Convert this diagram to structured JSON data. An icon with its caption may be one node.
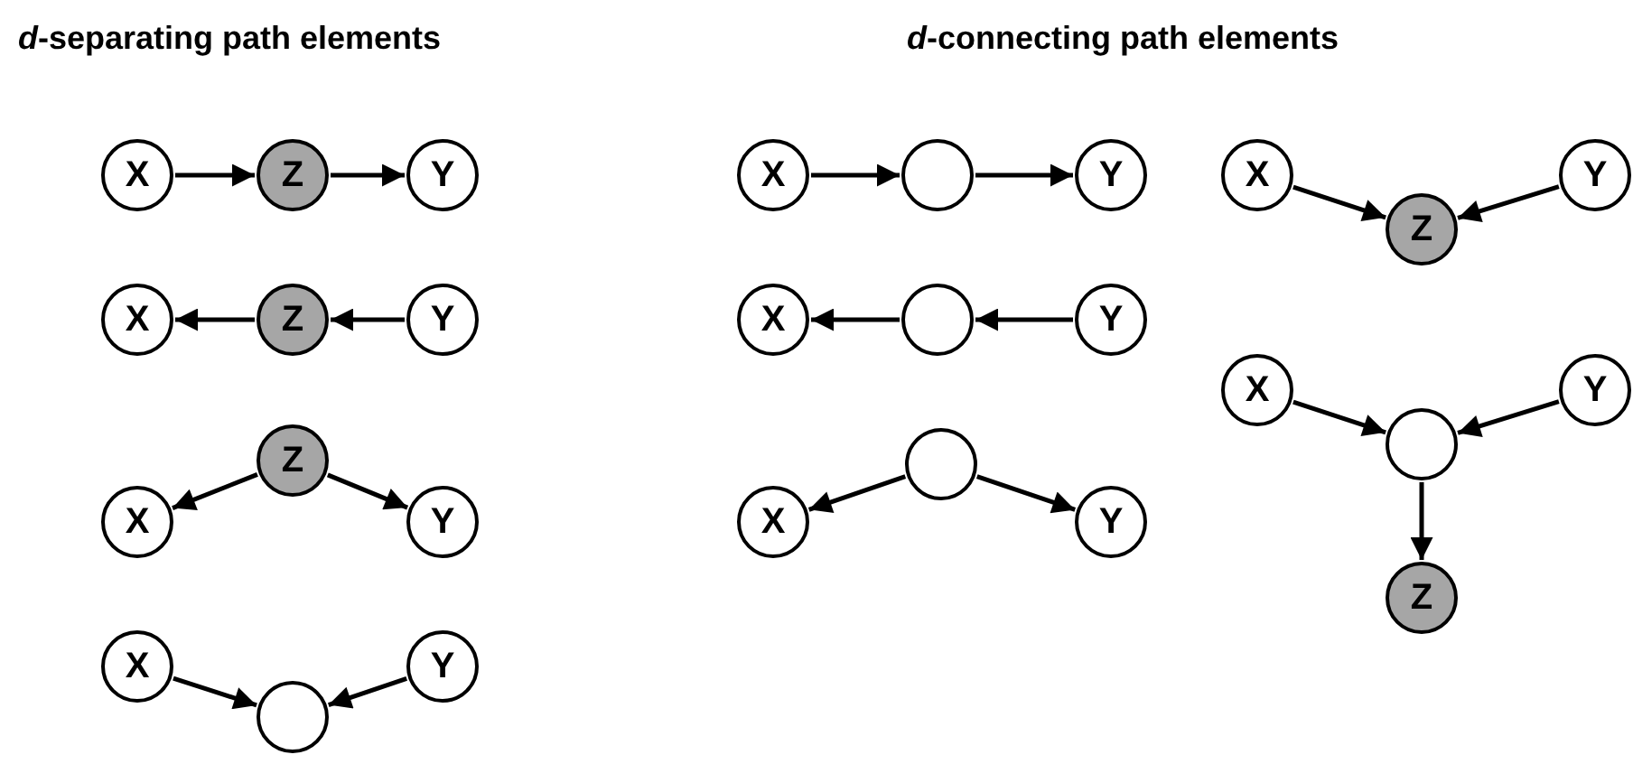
{
  "diagram": {
    "nodes": [
      {
        "text": [
          "X"
        ]
      },
      {
        "text": [
          "Z"
        ]
      },
      {
        "text": [
          "Y"
        ]
      },
      {
        "text": [
          "X"
        ]
      },
      {
        "text": [
          "Z"
        ]
      },
      {
        "text": [
          "Y"
        ]
      },
      {
        "text": [
          "Z"
        ]
      },
      {
        "text": [
          "X"
        ]
      },
      {
        "text": [
          "Y"
        ]
      },
      {
        "text": [
          "X"
        ]
      },
      {
        "text": [
          "Y"
        ]
      },
      {
        "text": [],
        "shape": "circle"
      },
      {
        "text": [
          "X"
        ]
      },
      {
        "text": [],
        "shape": "circle"
      },
      {
        "text": [
          "Y"
        ]
      },
      {
        "text": [
          "X"
        ]
      },
      {
        "text": [],
        "shape": "circle"
      },
      {
        "text": [
          "Y"
        ]
      },
      {
        "text": [],
        "shape": "circle"
      },
      {
        "text": [
          "X"
        ]
      },
      {
        "text": [
          "Y"
        ]
      },
      {
        "text": [
          "X"
        ]
      },
      {
        "text": [
          "Y"
        ]
      },
      {
        "text": [
          "Z"
        ]
      },
      {
        "text": [
          "X"
        ]
      },
      {
        "text": [
          "Y"
        ]
      },
      {
        "text": [],
        "shape": "circle"
      },
      {
        "text": [
          "Z"
        ]
      }
    ],
    "edges": [
      {
        "from": 0,
        "to": 1,
        "arrow": "to"
      },
      {
        "from": 1,
        "to": 2,
        "arrow": "to"
      },
      {
        "from": 4,
        "to": 3,
        "arrow": "to"
      },
      {
        "from": 5,
        "to": 4,
        "arrow": "to"
      },
      {
        "from": 6,
        "to": 7,
        "arrow": "to"
      },
      {
        "from": 6,
        "to": 8,
        "arrow": "to"
      },
      {
        "from": 9,
        "to": 11,
        "arrow": "to"
      },
      {
        "from": 10,
        "to": 11,
        "arrow": "to"
      },
      {
        "from": 12,
        "to": 13,
        "arrow": "to"
      },
      {
        "from": 13,
        "to": 14,
        "arrow": "to"
      },
      {
        "from": 16,
        "to": 15,
        "arrow": "to"
      },
      {
        "from": 17,
        "to": 16,
        "arrow": "to"
      },
      {
        "from": 18,
        "to": 19,
        "arrow": "to"
      },
      {
        "from": 18,
        "to": 20,
        "arrow": "to"
      },
      {
        "from": 21,
        "to": 23,
        "arrow": "to"
      },
      {
        "from": 22,
        "to": 23,
        "arrow": "to"
      },
      {
        "from": 24,
        "to": 26,
        "arrow": "to"
      },
      {
        "from": 25,
        "to": 26,
        "arrow": "to"
      },
      {
        "from": 26,
        "to": 27,
        "arrow": "to"
      }
    ],
    "labels": [
      "*d*-separating path elements",
      "*d*-connecting path elements"
    ]
  }
}
